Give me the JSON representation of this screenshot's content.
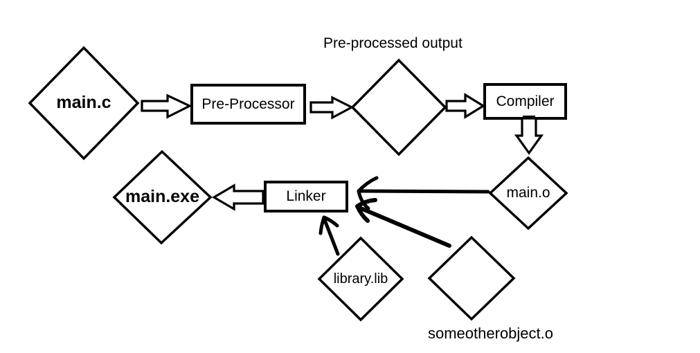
{
  "diagram": {
    "type": "flowchart",
    "topic": "C compilation pipeline"
  },
  "colors": {
    "line": "#000000",
    "background": "#ffffff"
  },
  "nodes": {
    "main_c": "main.c",
    "pre_processor": "Pre-Processor",
    "pre_processed_output": "Pre-processed output",
    "compiler": "Compiler",
    "main_o": "main.o",
    "linker": "Linker",
    "main_exe": "main.exe",
    "library_lib": "library.lib",
    "someotherobject": "someotherobject.o"
  },
  "edges": [
    {
      "from": "main.c",
      "to": "Pre-Processor",
      "style": "block-arrow"
    },
    {
      "from": "Pre-Processor",
      "to": "Pre-processed output",
      "style": "block-arrow"
    },
    {
      "from": "Pre-processed output",
      "to": "Compiler",
      "style": "block-arrow"
    },
    {
      "from": "Compiler",
      "to": "main.o",
      "style": "block-arrow"
    },
    {
      "from": "main.o",
      "to": "Linker",
      "style": "thin-arrow"
    },
    {
      "from": "someotherobject.o",
      "to": "Linker",
      "style": "thin-arrow"
    },
    {
      "from": "library.lib",
      "to": "Linker",
      "style": "thin-arrow"
    },
    {
      "from": "Linker",
      "to": "main.exe",
      "style": "block-arrow"
    }
  ]
}
